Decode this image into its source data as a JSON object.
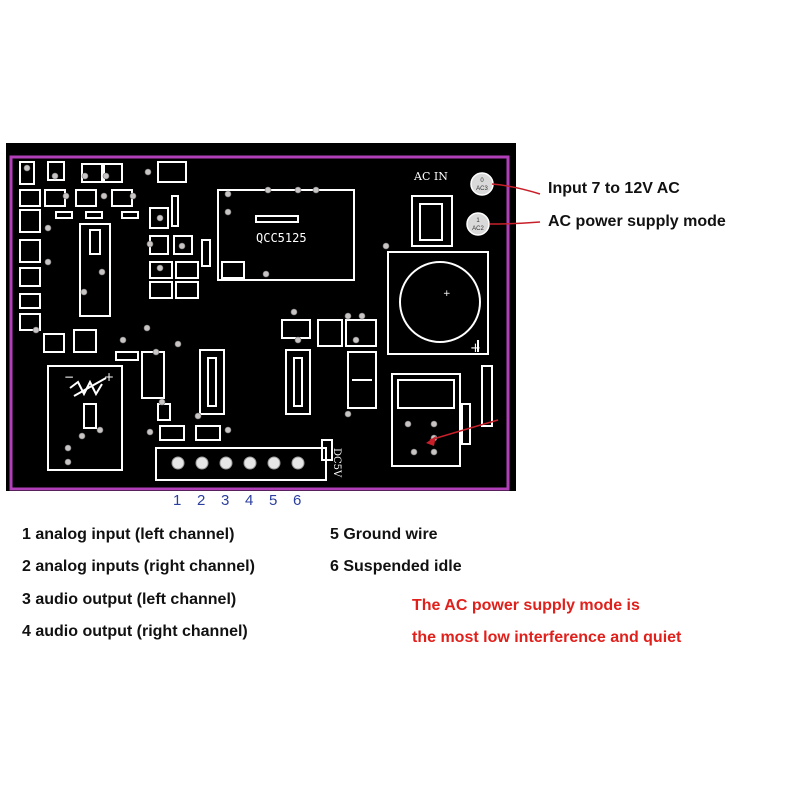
{
  "board": {
    "chip_label": "QCC5125",
    "ac_in_label": "AC IN",
    "ac_terminals": [
      {
        "top": "0",
        "bottom": "AC3"
      },
      {
        "top": "1",
        "bottom": "AC2"
      }
    ],
    "connector_label": "DC5V",
    "pin_numbers": [
      "1",
      "2",
      "3",
      "4",
      "5",
      "6"
    ],
    "ntc_minus": "−",
    "ntc_plus": "+",
    "cap_plus": "+"
  },
  "callouts": [
    "Input 7 to 12V AC",
    "AC power supply mode"
  ],
  "legend": [
    "1 analog input (left channel)",
    "2 analog inputs (right channel)",
    "3 audio output (left channel)",
    "4 audio output (right channel)",
    "5 Ground wire",
    "6 Suspended idle"
  ],
  "note": {
    "line1": "The AC power supply mode is",
    "line2": "the most low interference and quiet",
    "color": "#e0201b"
  },
  "colors": {
    "board": "#000000",
    "silkscreen": "#ffffff",
    "outline": "#b13fb8",
    "pad": "#c9c4c4",
    "pin_numbers": "#2b3f9e",
    "arrow": "#c8202a"
  }
}
